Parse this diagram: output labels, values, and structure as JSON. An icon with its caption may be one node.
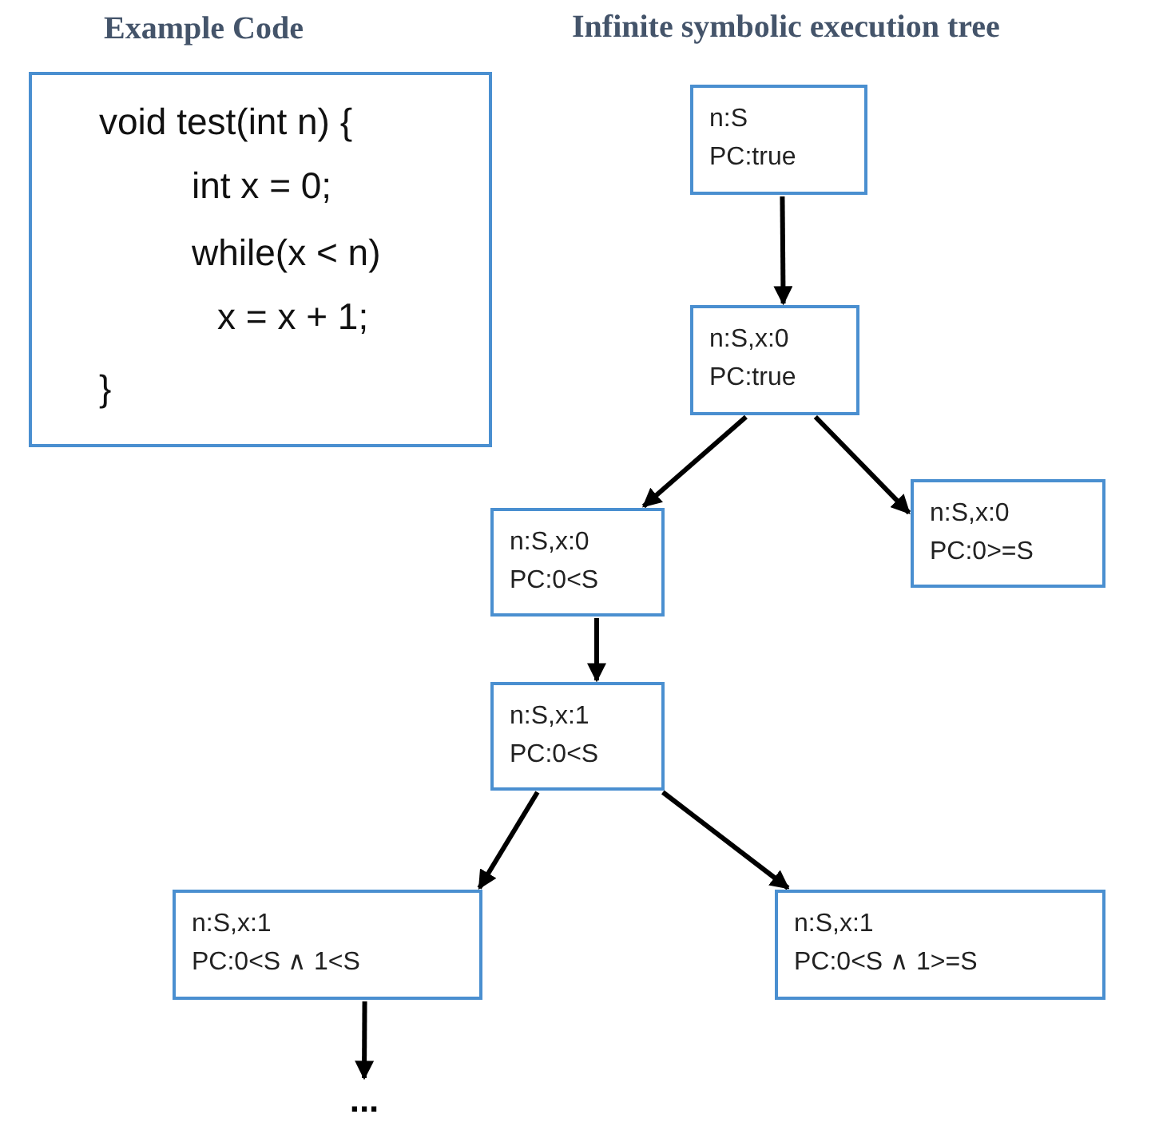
{
  "diagram": {
    "title": "Infinite symbolic execution tree",
    "nodes": [
      {
        "text": [
          "Example Code",
          "void test(int n) {",
          "int x = 0;",
          "while(x < n)",
          "x = x + 1;",
          "}"
        ]
      },
      {
        "text": [
          "n:S",
          "PC:true"
        ]
      },
      {
        "text": [
          "n:S,x:0",
          "PC:true"
        ]
      },
      {
        "text": [
          "n:S,x:0",
          "PC:0<S"
        ]
      },
      {
        "text": [
          "n:S,x:0",
          "PC:0>=S"
        ]
      },
      {
        "text": [
          "n:S,x:1",
          "PC:0<S"
        ]
      },
      {
        "text": [
          "n:S,x:1",
          "PC:0<S ∧ 1<S"
        ]
      },
      {
        "text": [
          "n:S,x:1",
          "PC:0<S ∧ 1>=S"
        ]
      },
      {
        "text": [
          "..."
        ]
      }
    ],
    "edges": [
      {
        "from": 1,
        "to": 2,
        "arrow": "to"
      },
      {
        "from": 2,
        "to": 3,
        "arrow": "to"
      },
      {
        "from": 2,
        "to": 4,
        "arrow": "to"
      },
      {
        "from": 3,
        "to": 5,
        "arrow": "to"
      },
      {
        "from": 5,
        "to": 6,
        "arrow": "to"
      },
      {
        "from": 5,
        "to": 7,
        "arrow": "to"
      },
      {
        "from": 6,
        "to": 8,
        "arrow": "to"
      }
    ]
  }
}
